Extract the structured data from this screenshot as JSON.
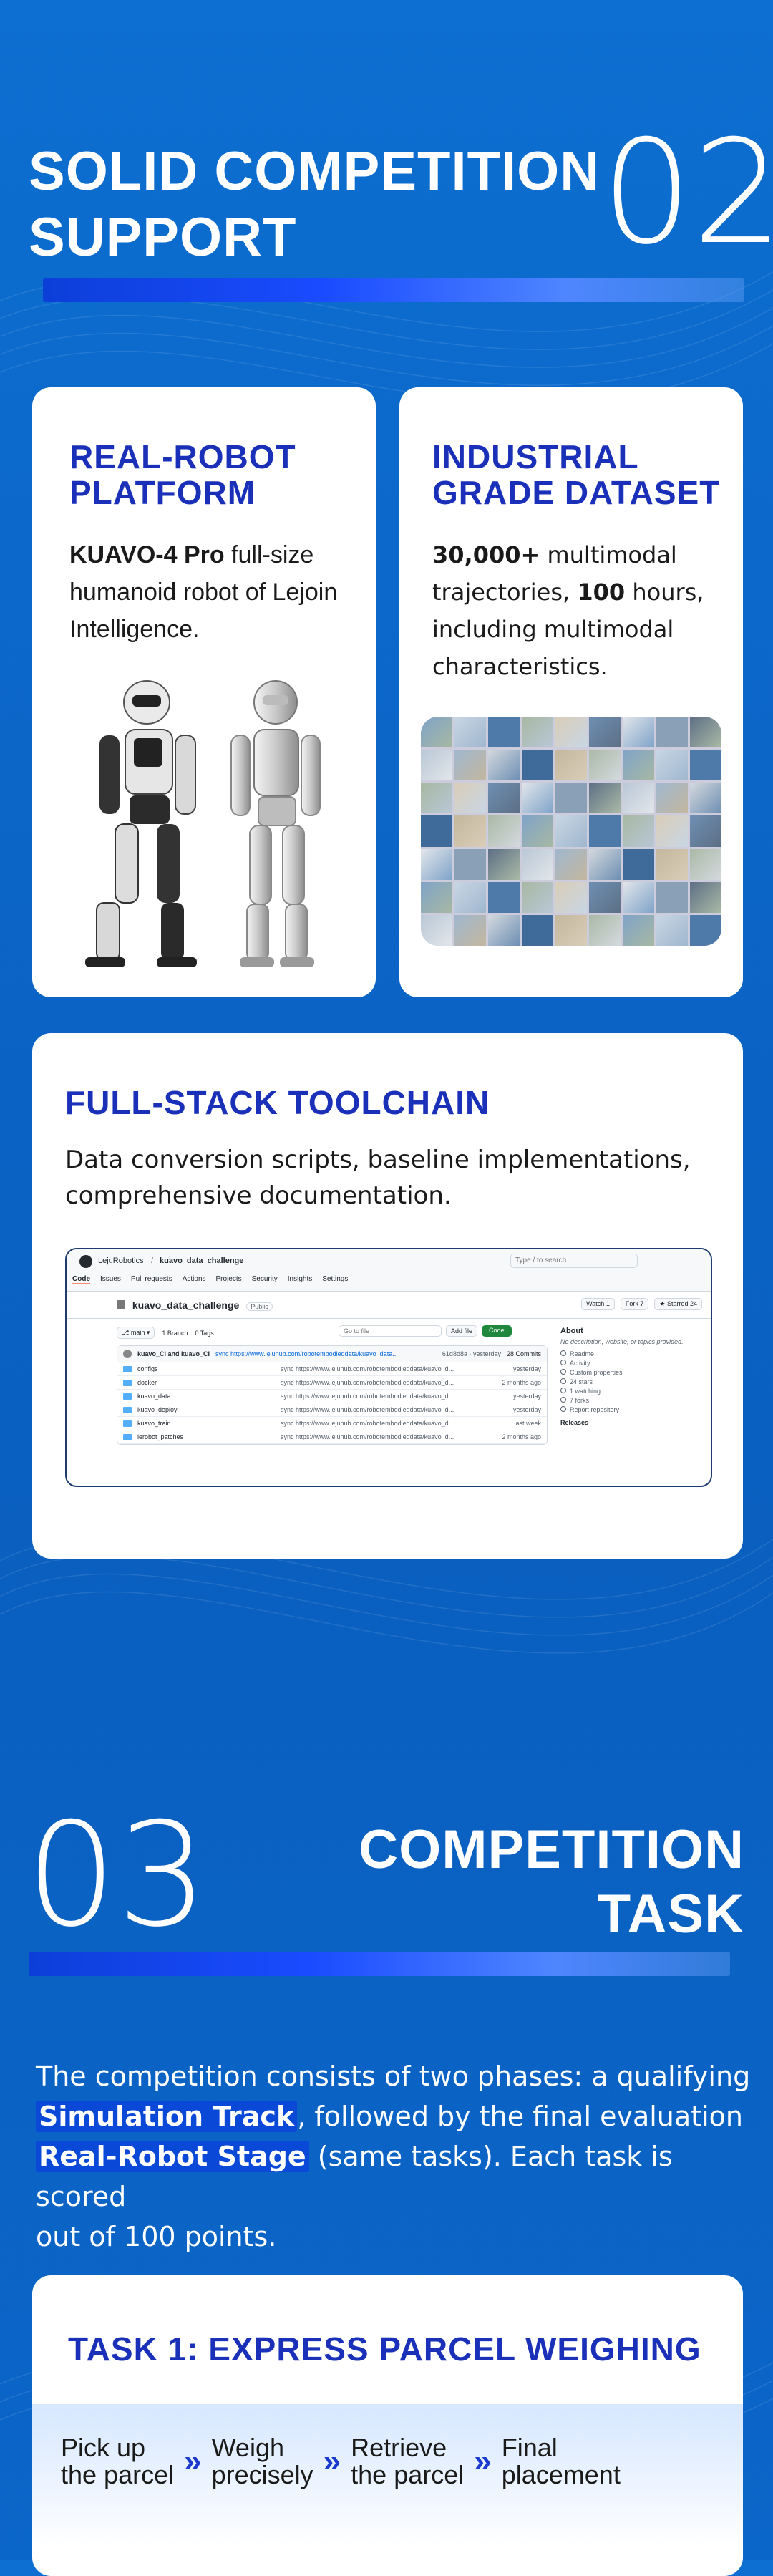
{
  "section2": {
    "title_line1": "SOLID COMPETITION",
    "title_line2": "SUPPORT",
    "number": "02"
  },
  "card_platform": {
    "title_line1": "REAL-ROBOT",
    "title_line2": "PLATFORM",
    "text_bold": "KUAVO-4 Pro",
    "text_rest1": " full-size",
    "text_line2": "humanoid robot of  Lejoin",
    "text_line3": "Intelligence."
  },
  "card_dataset": {
    "title_line1": "INDUSTRIAL",
    "title_line2": "GRADE  DATASET",
    "text_bold1": "30,000+",
    "text_rest1": " multimodal",
    "text_pre2": "trajectories, ",
    "text_bold2": "100",
    "text_rest2": " hours,",
    "text_line3": "including multimodal",
    "text_line4": "characteristics."
  },
  "card_toolchain": {
    "title": "FULL-STACK TOOLCHAIN",
    "text_line1": "Data conversion scripts, baseline implementations,",
    "text_line2": "comprehensive documentation."
  },
  "github": {
    "org": "LejuRobotics",
    "repo": "kuavo_data_challenge",
    "search_placeholder": "Type / to search",
    "tabs": [
      "Code",
      "Issues",
      "Pull requests",
      "Actions",
      "Projects",
      "Security",
      "Insights",
      "Settings"
    ],
    "repo_title": "kuavo_data_challenge",
    "visibility": "Public",
    "watch": "Watch",
    "watch_count": "1",
    "fork": "Fork",
    "fork_count": "7",
    "starred": "Starred",
    "star_count": "24",
    "branch": "main",
    "branch_count": "1 Branch",
    "tag_count": "0 Tags",
    "go_to_file": "Go to file",
    "add_file": "Add file",
    "code_btn": "Code",
    "commit_authors": "kuavo_CI and kuavo_CI",
    "commit_msg": "sync https://www.lejuhub.com/robotembodieddata/kuavo_data...",
    "commit_hash": "61d8d8a · yesterday",
    "commits": "28 Commits",
    "files": [
      {
        "name": "configs",
        "msg": "sync https://www.lejuhub.com/robotembodieddata/kuavo_d...",
        "time": "yesterday"
      },
      {
        "name": "docker",
        "msg": "sync https://www.lejuhub.com/robotembodieddata/kuavo_d...",
        "time": "2 months ago"
      },
      {
        "name": "kuavo_data",
        "msg": "sync https://www.lejuhub.com/robotembodieddata/kuavo_d...",
        "time": "yesterday"
      },
      {
        "name": "kuavo_deploy",
        "msg": "sync https://www.lejuhub.com/robotembodieddata/kuavo_d...",
        "time": "yesterday"
      },
      {
        "name": "kuavo_train",
        "msg": "sync https://www.lejuhub.com/robotembodieddata/kuavo_d...",
        "time": "last week"
      },
      {
        "name": "lerobot_patches",
        "msg": "sync https://www.lejuhub.com/robotembodieddata/kuavo_d...",
        "time": "2 months ago"
      }
    ],
    "about_title": "About",
    "about_desc": "No description, website, or topics provided.",
    "about_items": [
      "Readme",
      "Activity",
      "Custom properties",
      "24 stars",
      "1 watching",
      "7 forks",
      "Report repository"
    ],
    "releases": "Releases"
  },
  "section3": {
    "number": "03",
    "title_line1": "COMPETITION",
    "title_line2": "TASK"
  },
  "intro": {
    "line1": "The competition consists of two phases: a qualifying",
    "hl1": "Simulation Track",
    "line2_rest": ", followed by the final evaluation",
    "hl2": "Real-Robot Stage",
    "line3_rest": " (same tasks). Each task is scored",
    "line4": "out of 100 points."
  },
  "task1": {
    "title": "TASK 1: EXPRESS PARCEL WEIGHING",
    "steps": [
      {
        "l1": "Pick up",
        "l2": "the parcel"
      },
      {
        "l1": "Weigh",
        "l2": "precisely"
      },
      {
        "l1": "Retrieve",
        "l2": "the parcel"
      },
      {
        "l1": "Final",
        "l2": "placement"
      }
    ]
  },
  "colors": {
    "background": "#0b66c8",
    "card_title": "#1a30b8",
    "accent": "#1a4bff",
    "highlight": "#0a48d8"
  }
}
